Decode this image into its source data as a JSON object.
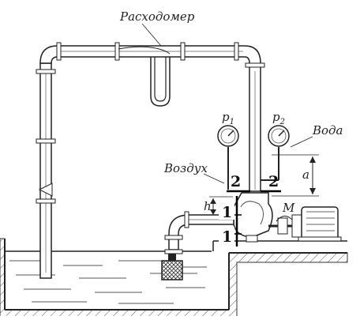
{
  "labels": {
    "flowmeter": "Расходомер",
    "water": "Вода",
    "air": "Воздух",
    "gauge1_base": "p",
    "gauge1_sub": "1",
    "gauge2_base": "p",
    "gauge2_sub": "2",
    "height_a": "a",
    "height_h": "h",
    "motor": "M"
  },
  "sections": {
    "s2_left": "2",
    "s2_right": "2",
    "s1_top": "1",
    "s1_bottom": "1"
  }
}
